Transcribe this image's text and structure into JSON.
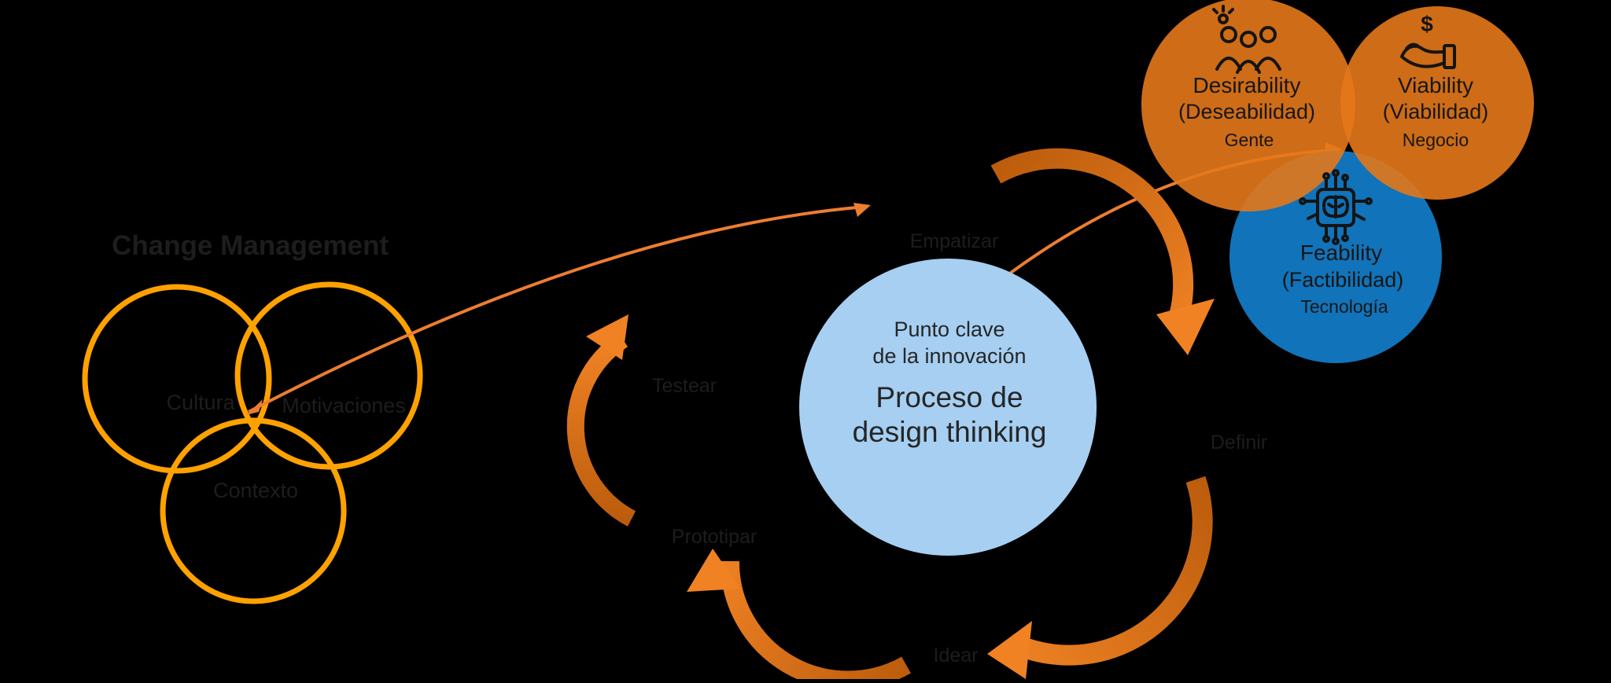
{
  "colors": {
    "background": "#000000",
    "venn_ring_orange": "#FFA200",
    "thin_arrow_orange": "#ED7D31",
    "arc_dark_orange": "#BC5D0D",
    "arc_bright_orange": "#F08224",
    "center_circle_blue": "#A6CFF2",
    "right_venn_orange": "#E4781A",
    "feability_blue": "#1173B9",
    "text_dark": "#1D1D1D"
  },
  "left_venn": {
    "title": "Change Management",
    "circle_labels": {
      "left": "Cultura",
      "right": "Motivaciones",
      "bottom": "Contexto"
    }
  },
  "design_cycle": {
    "steps": {
      "top": "Empatizar",
      "right": "Definir",
      "bottom": "Idear",
      "bottom_left": "Prototipar",
      "left": "Testear"
    }
  },
  "center_circle": {
    "subtitle_line1": "Punto clave",
    "subtitle_line2": "de la innovación",
    "title_line1": "Proceso de",
    "title_line2": "design thinking"
  },
  "right_venn": {
    "desirability": {
      "title": "Desirability",
      "subtitle": "(Deseabilidad)",
      "tag": "Gente",
      "icon": "people-group-icon"
    },
    "viability": {
      "title": "Viability",
      "subtitle": "(Viabilidad)",
      "tag": "Negocio",
      "icon": "hand-money-icon",
      "icon_glyph": "$"
    },
    "feability": {
      "title": "Feability",
      "subtitle": "(Factibilidad)",
      "tag": "Tecnología",
      "icon": "chip-brain-icon"
    }
  }
}
